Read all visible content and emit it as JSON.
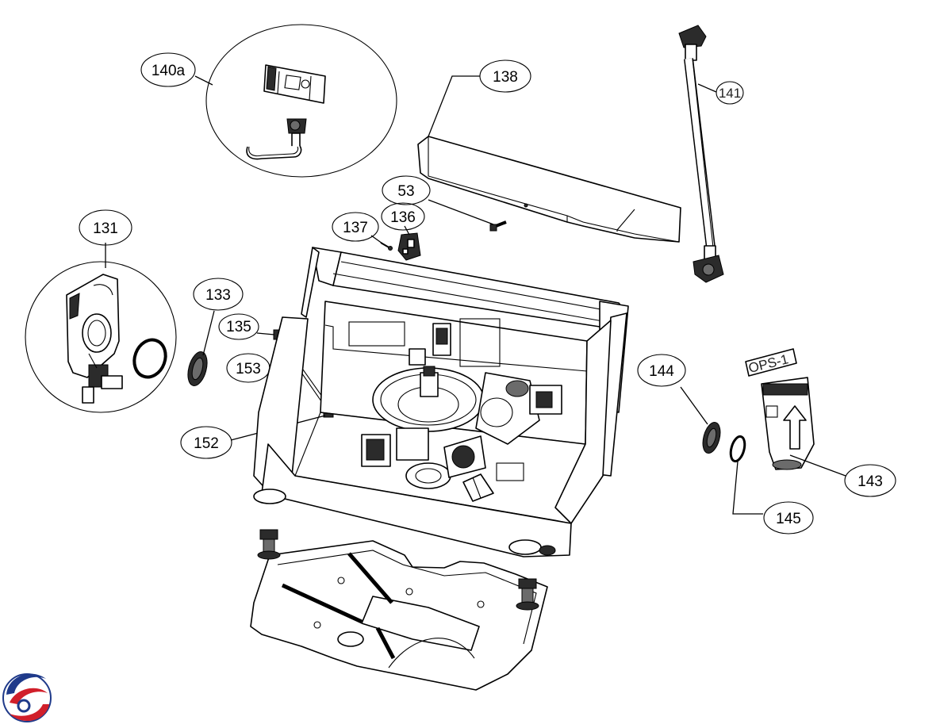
{
  "callouts": {
    "c140a": "140a",
    "c138": "138",
    "c141": "141",
    "c53": "53",
    "c136": "136",
    "c137": "137",
    "c131": "131",
    "c133": "133",
    "c135": "135",
    "c153": "153",
    "c152": "152",
    "c144": "144",
    "c143": "143",
    "c145": "145"
  },
  "tag_ops": "OPS-1",
  "colors": {
    "line": "#000000",
    "background": "#ffffff",
    "logo_blue": "#1f3a8a",
    "logo_red": "#d11f2a"
  },
  "icons": {
    "logo": "brand-swirl-logo"
  }
}
